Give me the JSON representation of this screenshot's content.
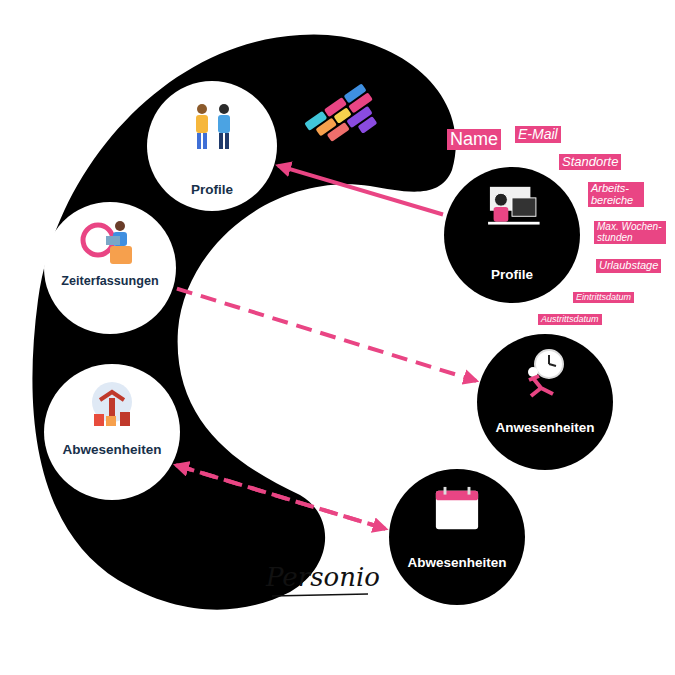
{
  "diagram": {
    "nodes": [
      {
        "text": [
          "Profile"
        ]
      },
      {
        "text": [
          "Zeiterfassungen"
        ]
      },
      {
        "text": [
          "Abwesenheiten"
        ]
      },
      {
        "text": [
          "Profile"
        ]
      },
      {
        "text": [
          "Anwesenheiten"
        ]
      },
      {
        "text": [
          "Abwesenheiten"
        ]
      }
    ],
    "edges": [
      {
        "from": 3,
        "to": 0,
        "arrow": "to"
      },
      {
        "from": 1,
        "to": 4,
        "arrow": "to"
      },
      {
        "from": 5,
        "to": 2,
        "arrow": "to"
      },
      {
        "from": 2,
        "to": 5,
        "arrow": "to"
      }
    ],
    "labels": [
      "Name",
      "E-Mail",
      "Standorte",
      "Arbeits- bereiche",
      "Max. Wochen- stunden",
      "Urlaubstage",
      "Eintrittsdatum",
      "Austrittsdatum",
      "Personio"
    ]
  }
}
